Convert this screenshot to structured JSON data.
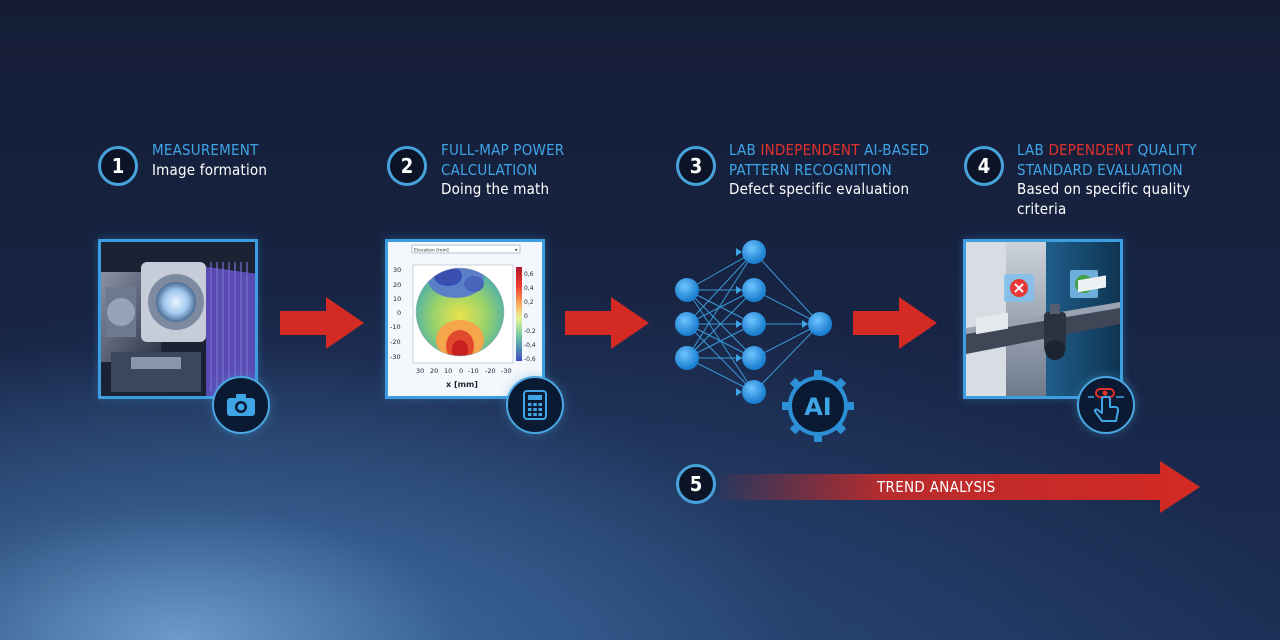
{
  "steps": [
    {
      "number": "1",
      "title_lines": [
        "MEASUREMENT"
      ],
      "subtitle_lines": [
        "Image formation"
      ]
    },
    {
      "number": "2",
      "title_lines": [
        "FULL-MAP POWER",
        "CALCULATION"
      ],
      "subtitle_lines": [
        "Doing the math"
      ]
    },
    {
      "number": "3",
      "title_prefix": "LAB ",
      "title_highlight": "INDEPENDENT",
      "title_suffix": " AI-BASED",
      "title_line2": "PATTERN RECOGNITION",
      "subtitle_lines": [
        "Defect specific evaluation"
      ]
    },
    {
      "number": "4",
      "title_prefix": "LAB ",
      "title_highlight": "DEPENDENT",
      "title_suffix": " QUALITY",
      "title_line2": "STANDARD EVALUATION",
      "subtitle_lines": [
        "Based on specific quality",
        "criteria"
      ]
    },
    {
      "number": "5",
      "label": "TREND ANALYSIS"
    }
  ],
  "map_plot": {
    "dropdown": "Elevation [mm]",
    "y_ticks": [
      "30",
      "20",
      "10",
      "0",
      "-10",
      "-20",
      "-30"
    ],
    "x_ticks": [
      "30",
      "20",
      "10",
      "0",
      "-10",
      "-20",
      "-30"
    ],
    "colorbar_ticks": [
      "0,6",
      "0,4",
      "0,2",
      "0",
      "-0,2",
      "-0,4",
      "-0,6"
    ],
    "xlabel": "x [mm]"
  },
  "ai_label": "AI",
  "colors": {
    "accent_blue": "#3ea5e6",
    "highlight_red": "#e3322c",
    "arrow_red": "#d42a24"
  },
  "icons": [
    "camera-icon",
    "calculator-icon",
    "ai-gear-icon",
    "touch-hand-icon"
  ]
}
